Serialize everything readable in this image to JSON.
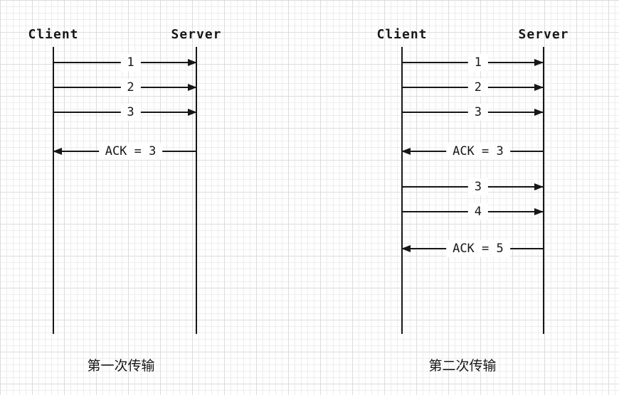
{
  "diagram": {
    "title": "Sequence diagram of TCP-style transmissions between Client and Server",
    "colors": {
      "line": "#171717",
      "grid_minor": "#ededed",
      "grid_major": "#dcdcdc",
      "background": "#ffffff"
    },
    "panels": [
      {
        "client_label": "Client",
        "server_label": "Server",
        "caption": "第一次传输",
        "messages": [
          {
            "label": "1",
            "direction": "client-to-server"
          },
          {
            "label": "2",
            "direction": "client-to-server"
          },
          {
            "label": "3",
            "direction": "client-to-server"
          },
          {
            "label": "ACK = 3",
            "direction": "server-to-client"
          }
        ]
      },
      {
        "client_label": "Client",
        "server_label": "Server",
        "caption": "第二次传输",
        "messages": [
          {
            "label": "1",
            "direction": "client-to-server"
          },
          {
            "label": "2",
            "direction": "client-to-server"
          },
          {
            "label": "3",
            "direction": "client-to-server"
          },
          {
            "label": "ACK = 3",
            "direction": "server-to-client"
          },
          {
            "label": "3",
            "direction": "client-to-server"
          },
          {
            "label": "4",
            "direction": "client-to-server"
          },
          {
            "label": "ACK = 5",
            "direction": "server-to-client"
          }
        ]
      }
    ]
  }
}
